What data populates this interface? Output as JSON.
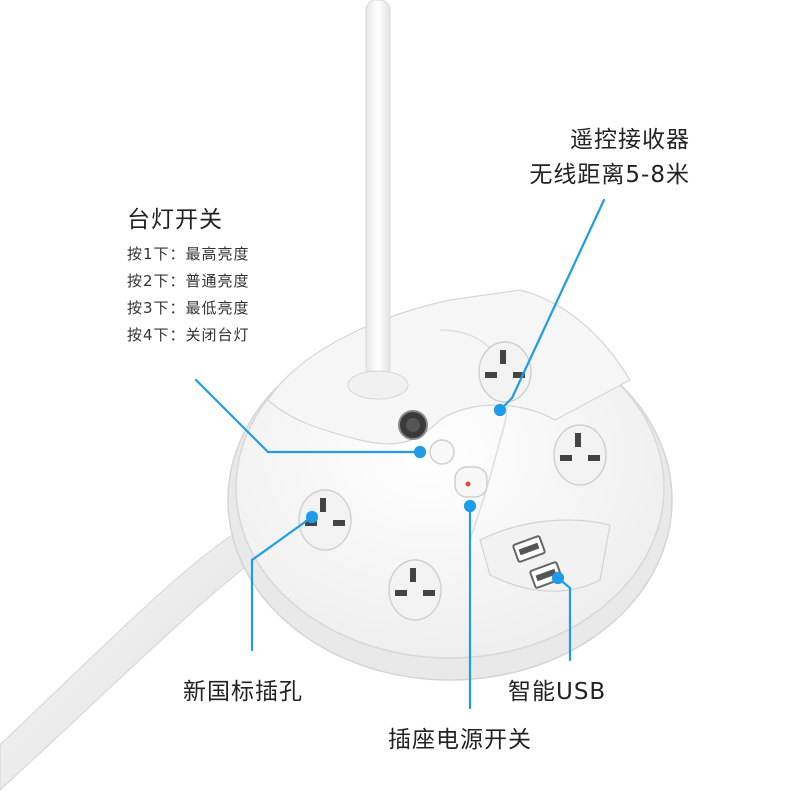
{
  "colors": {
    "accent": "#1f9ce8",
    "body": "#f4f4f4",
    "stroke": "#d2d2d2",
    "switch_dot": "#e0483a"
  },
  "labels": {
    "remote_title": "遥控接收器",
    "remote_subtitle": "无线距离5-8米",
    "lamp_title": "台灯开关",
    "lamp_steps": [
      "按1下：最高亮度",
      "按2下：普通亮度",
      "按3下：最低亮度",
      "按4下：关闭台灯"
    ],
    "sockets": "新国标插孔",
    "usb": "智能USB",
    "power_switch": "插座电源开关"
  }
}
